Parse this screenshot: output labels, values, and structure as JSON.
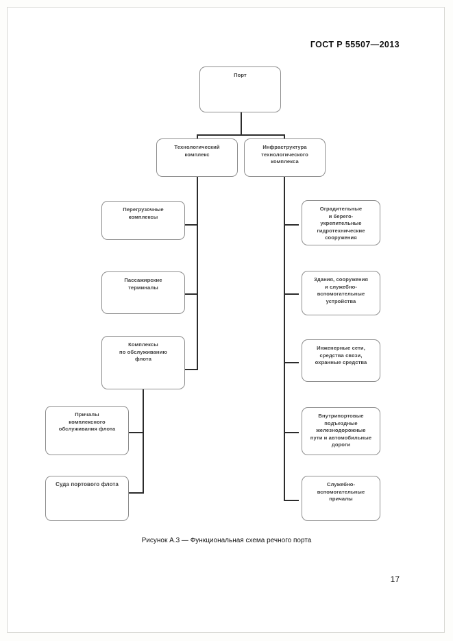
{
  "document": {
    "standard_code": "ГОСТ Р 55507—2013",
    "page_number": "17",
    "figure_caption": "Рисунок А.3 — Функциональная схема речного порта"
  },
  "diagram": {
    "type": "organizational-tree",
    "title": "Функциональная схема речного порта",
    "nodes": {
      "root": "Порт",
      "branch_left": "Технологический\nкомплекс",
      "branch_right": "Инфраструктура\nтехнологического\nкомплекса",
      "left_children": [
        "Перегрузочные\nкомплексы",
        "Пассажирские\nтерминалы",
        "Комплексы\nпо обслуживанию\nфлота"
      ],
      "left_grandchildren": [
        "Причалы\nкомплексного\nобслуживания флота",
        "Суда портового флота"
      ],
      "right_children": [
        "Оградительные\nи берего-\nукрепительные\nгидротехнические\nсооружения",
        "Здания, сооружения\nи служебно-\nвспомогательные\nустройства",
        "Инженерные сети,\nсредства связи,\nохранные средства",
        "Внутрипортовые\nподъездные\nжелезнодорожные\nпути и автомобильные\nдороги",
        "Служебно-\nвспомогательные\nпричалы"
      ]
    },
    "colors": {
      "box_border": "#8d8d8d",
      "connector": "#2b2b2b",
      "text": "#3d3d3d",
      "page_background": "#ffffff"
    }
  }
}
